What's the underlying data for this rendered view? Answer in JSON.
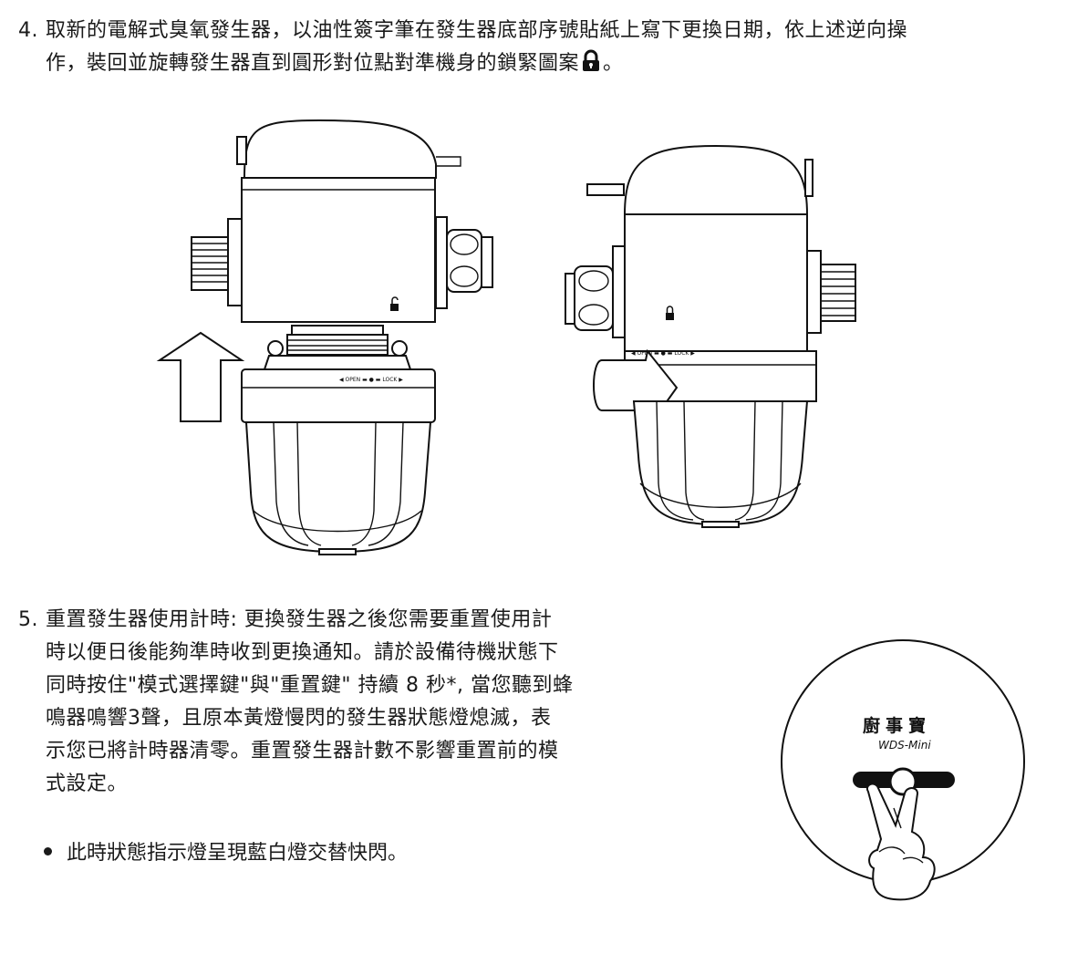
{
  "step4": {
    "number": "4.",
    "line1": "取新的電解式臭氧發生器，以油性簽字筆在發生器底部序號貼紙上寫下更換日期，依上述逆向操",
    "line2a": "作，裝回並旋轉發生器直到圓形對位點對準機身的鎖緊圖案",
    "line2b": "。"
  },
  "figure_left": {
    "lock_label_open": "OPEN",
    "lock_label_lock": "LOCK"
  },
  "figure_right": {
    "lock_label_open": "OPEN",
    "lock_label_lock": "LOCK"
  },
  "step5": {
    "number": "5.",
    "lines": [
      "重置發生器使用計時: 更換發生器之後您需要重置使用計",
      "時以便日後能夠準時收到更換通知。請於設備待機狀態下",
      "同時按住\"模式選擇鍵\"與\"重置鍵\" 持續 8 秒*, 當您聽到蜂",
      "鳴器鳴響3聲，且原本黃燈慢閃的發生器狀態燈熄滅，表",
      "示您已將計時器清零。重置發生器計數不影響重置前的模",
      "式設定。"
    ],
    "bullet": "此時狀態指示燈呈現藍白燈交替快閃。"
  },
  "device_badge": {
    "brand_cn": "廚事寶",
    "model": "WDS-Mini"
  },
  "colors": {
    "ink": "#111111",
    "background": "#ffffff"
  }
}
